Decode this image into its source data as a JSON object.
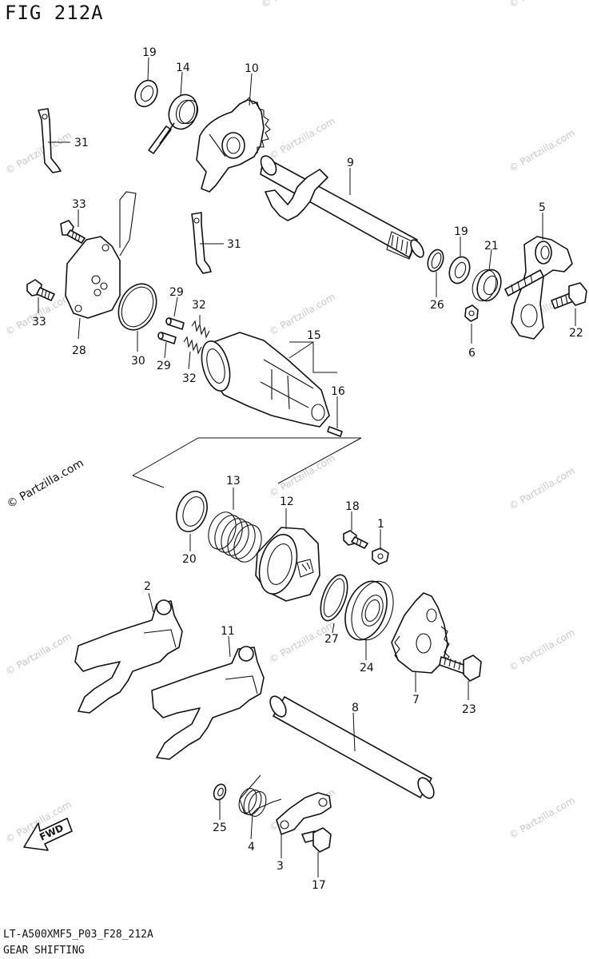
{
  "figure": {
    "title": "FIG 212A",
    "drawing_code": "LT-A500XMF5_P03_F28_212A",
    "caption": "GEAR SHIFTING"
  },
  "watermark": {
    "text": "© Partzilla.com"
  },
  "fwd_arrow": {
    "label": "FWD"
  },
  "callouts": [
    "1",
    "2",
    "3",
    "4",
    "5",
    "6",
    "7",
    "8",
    "9",
    "10",
    "11",
    "12",
    "13",
    "14",
    "15",
    "16",
    "17",
    "18",
    "19",
    "20",
    "21",
    "22",
    "23",
    "24",
    "25",
    "26",
    "27",
    "28",
    "29",
    "30",
    "31",
    "32",
    "33"
  ]
}
